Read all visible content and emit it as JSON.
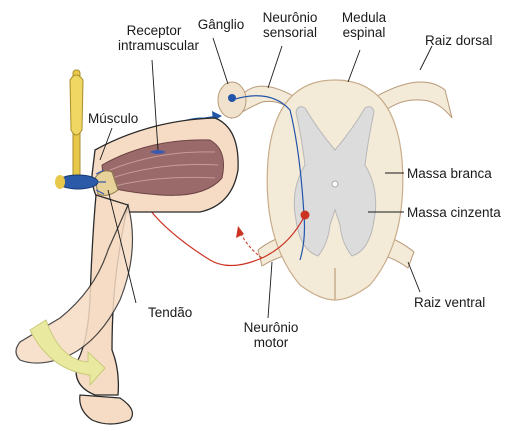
{
  "labels": {
    "receptor": "Receptor\nintramuscular",
    "ganglio": "Gânglio",
    "neuronio_sensorial": "Neurônio\nsensorial",
    "medula": "Medula\nespinal",
    "raiz_dorsal": "Raiz dorsal",
    "musculo": "Músculo",
    "massa_branca": "Massa branca",
    "massa_cinzenta": "Massa cinzenta",
    "tendao": "Tendão",
    "neuronio_motor": "Neurônio\nmotor",
    "raiz_ventral": "Raiz ventral"
  },
  "colors": {
    "spinal_white": "#f4ead8",
    "spinal_grey": "#dcdcdc",
    "skin": "#f6dcc5",
    "muscle": "#9a6a6a",
    "tendon": "#e7d29a",
    "sensory": "#2255aa",
    "motor": "#cc3322",
    "hammer": "#e8c84a",
    "arrow": "#e9eaa0"
  }
}
